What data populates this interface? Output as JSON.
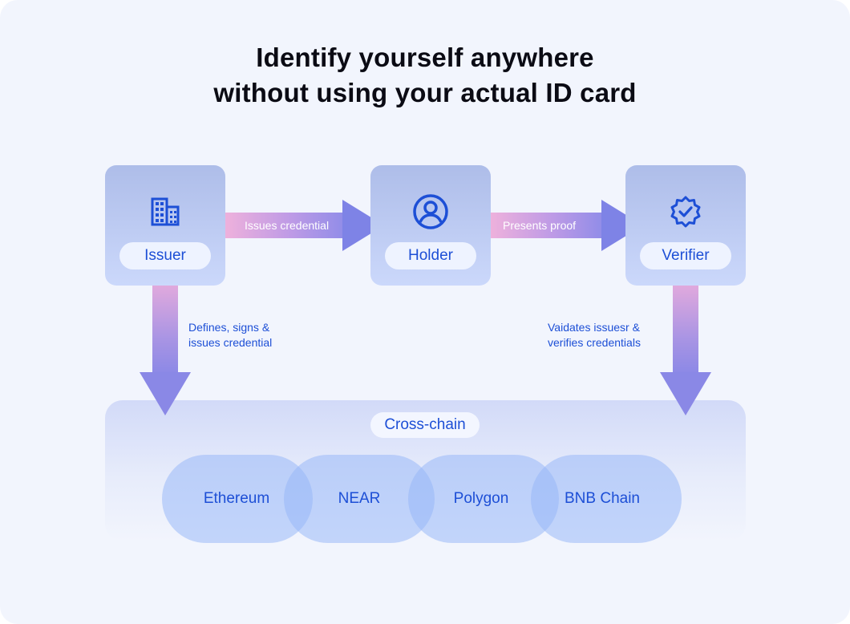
{
  "title": {
    "line1": "Identify yourself anywhere",
    "line2": "without using your actual ID card"
  },
  "roles": [
    {
      "label": "Issuer",
      "icon": "building-icon"
    },
    {
      "label": "Holder",
      "icon": "user-circle-icon"
    },
    {
      "label": "Verifier",
      "icon": "verified-badge-icon"
    }
  ],
  "flows": {
    "issuer_to_holder": "Issues credential",
    "holder_to_verifier": "Presents proof"
  },
  "notes": {
    "issuer_line1": "Defines, signs &",
    "issuer_line2": "issues credential",
    "verifier_line1": "Vaidates issuesr &",
    "verifier_line2": "verifies credentials"
  },
  "crosschain": {
    "label": "Cross-chain",
    "chains": [
      "Ethereum",
      "NEAR",
      "Polygon",
      "BNB Chain"
    ]
  },
  "colors": {
    "accent": "#1d4fd6",
    "background": "#f2f5fd",
    "title": "#0b0b14"
  }
}
